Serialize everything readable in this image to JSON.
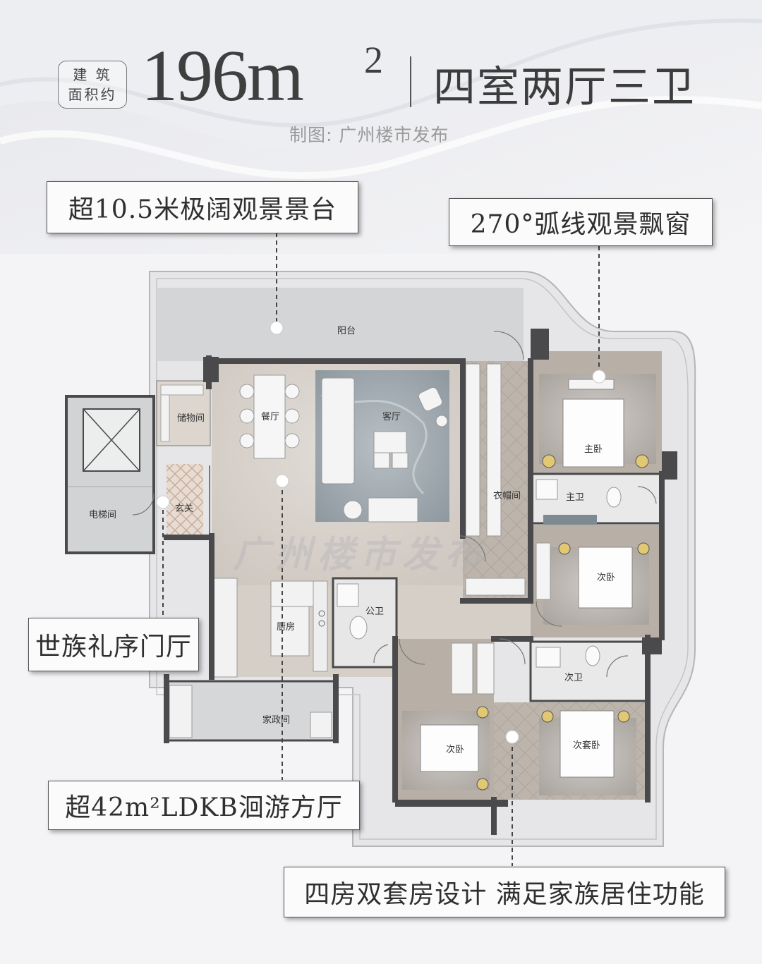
{
  "header": {
    "area_label_line1": "建 筑",
    "area_label_line2": "面积约",
    "area_value": "196m",
    "area_sup": "2",
    "layout_type": "四室两厅三卫",
    "credit": "制图: 广州楼市发布"
  },
  "callouts": {
    "terrace": "超10.5米极阔观景景台",
    "bay_window": "270°弧线观景飘窗",
    "foyer": "世族礼序门厅",
    "ldkb": "超42m²LDKB洄游方厅",
    "rooms": "四房双套房设计 满足家族居住功能"
  },
  "rooms": {
    "balcony": "阳台",
    "storage": "储物间",
    "dining": "餐厅",
    "living": "客厅",
    "master_bedroom": "主卧",
    "walk_in_closet": "衣帽间",
    "master_bath": "主卫",
    "elevator_hall": "电梯间",
    "entrance": "玄关",
    "bedroom_east": "次卧",
    "public_bath": "公卫",
    "kitchen": "厨房",
    "second_bath": "次卫",
    "utility": "家政间",
    "bedroom_south": "次卧",
    "second_suite": "次套卧"
  },
  "watermark": "广州楼市发布",
  "colors": {
    "wall": "#4a4a4c",
    "floor_marble": "#d9d3cc",
    "floor_wood": "#b9b1a8",
    "balcony": "#d3d4d6",
    "callout_border": "#555555"
  }
}
